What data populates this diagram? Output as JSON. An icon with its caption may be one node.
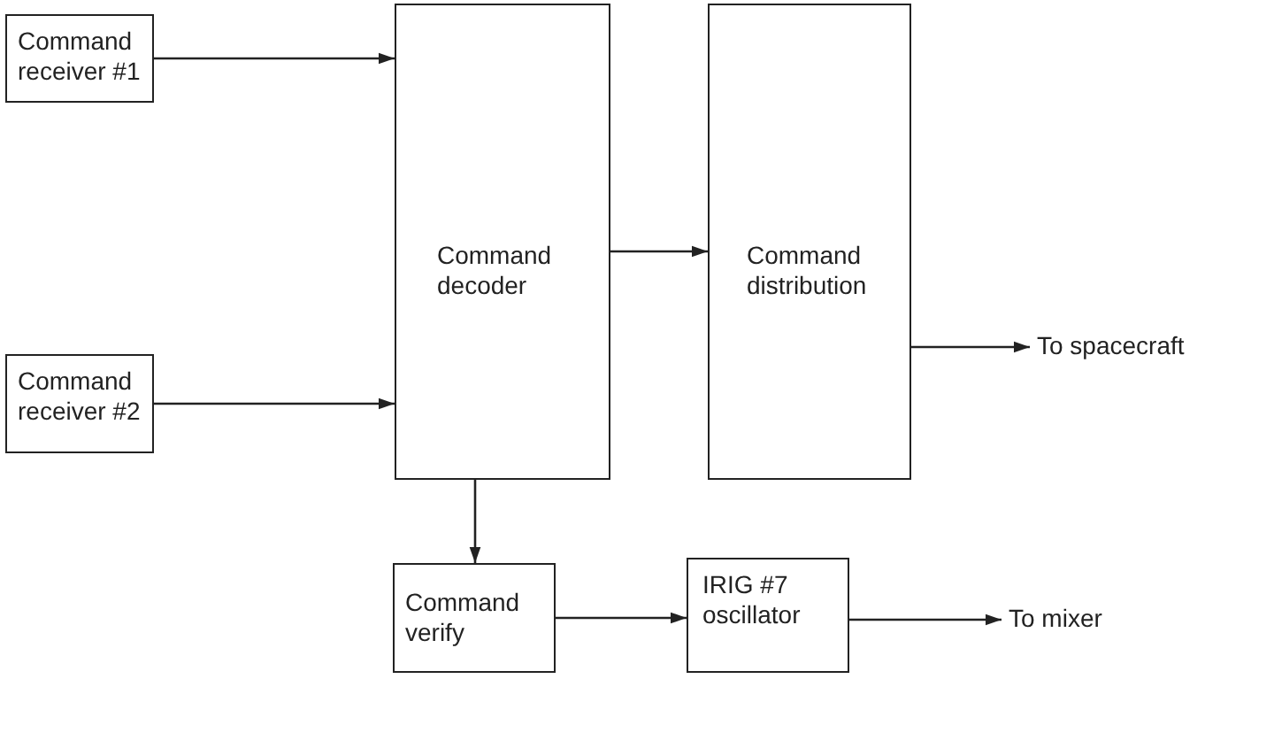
{
  "diagram": {
    "nodes": [
      {
        "text": [
          "Command receiver #1"
        ]
      },
      {
        "text": [
          "Command receiver #2"
        ]
      },
      {
        "text": [
          "Command decoder"
        ]
      },
      {
        "text": [
          "Command distribution"
        ]
      },
      {
        "text": [
          "Command verify"
        ]
      },
      {
        "text": [
          "IRIG #7 oscillator"
        ]
      },
      {
        "text": [
          "To spacecraft"
        ]
      },
      {
        "text": [
          "To mixer"
        ]
      }
    ],
    "edges": [
      {
        "from": 0,
        "to": 2,
        "arrow": "to"
      },
      {
        "from": 1,
        "to": 2,
        "arrow": "to"
      },
      {
        "from": 2,
        "to": 3,
        "arrow": "to"
      },
      {
        "from": 3,
        "to": 6,
        "arrow": "to"
      },
      {
        "from": 2,
        "to": 4,
        "arrow": "to"
      },
      {
        "from": 4,
        "to": 5,
        "arrow": "to"
      },
      {
        "from": 5,
        "to": 7,
        "arrow": "to"
      }
    ]
  }
}
